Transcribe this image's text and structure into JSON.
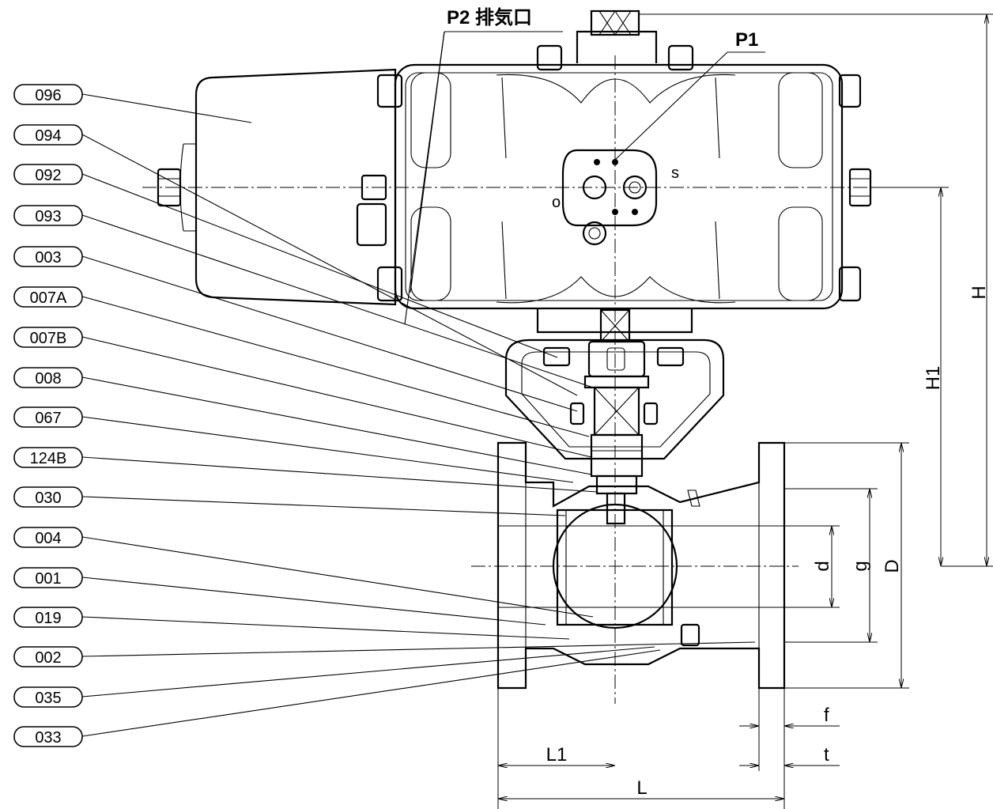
{
  "labels": {
    "port_p2": "P2 排気口",
    "port_p1": "P1",
    "mark_s": "s",
    "mark_o": "o"
  },
  "callouts": [
    "096",
    "094",
    "092",
    "093",
    "003",
    "007A",
    "007B",
    "008",
    "067",
    "124B",
    "030",
    "004",
    "001",
    "019",
    "002",
    "035",
    "033"
  ],
  "dimensions": {
    "H": "H",
    "H1": "H1",
    "d": "d",
    "g": "g",
    "D": "D",
    "f": "f",
    "t": "t",
    "L1": "L1",
    "L": "L"
  }
}
